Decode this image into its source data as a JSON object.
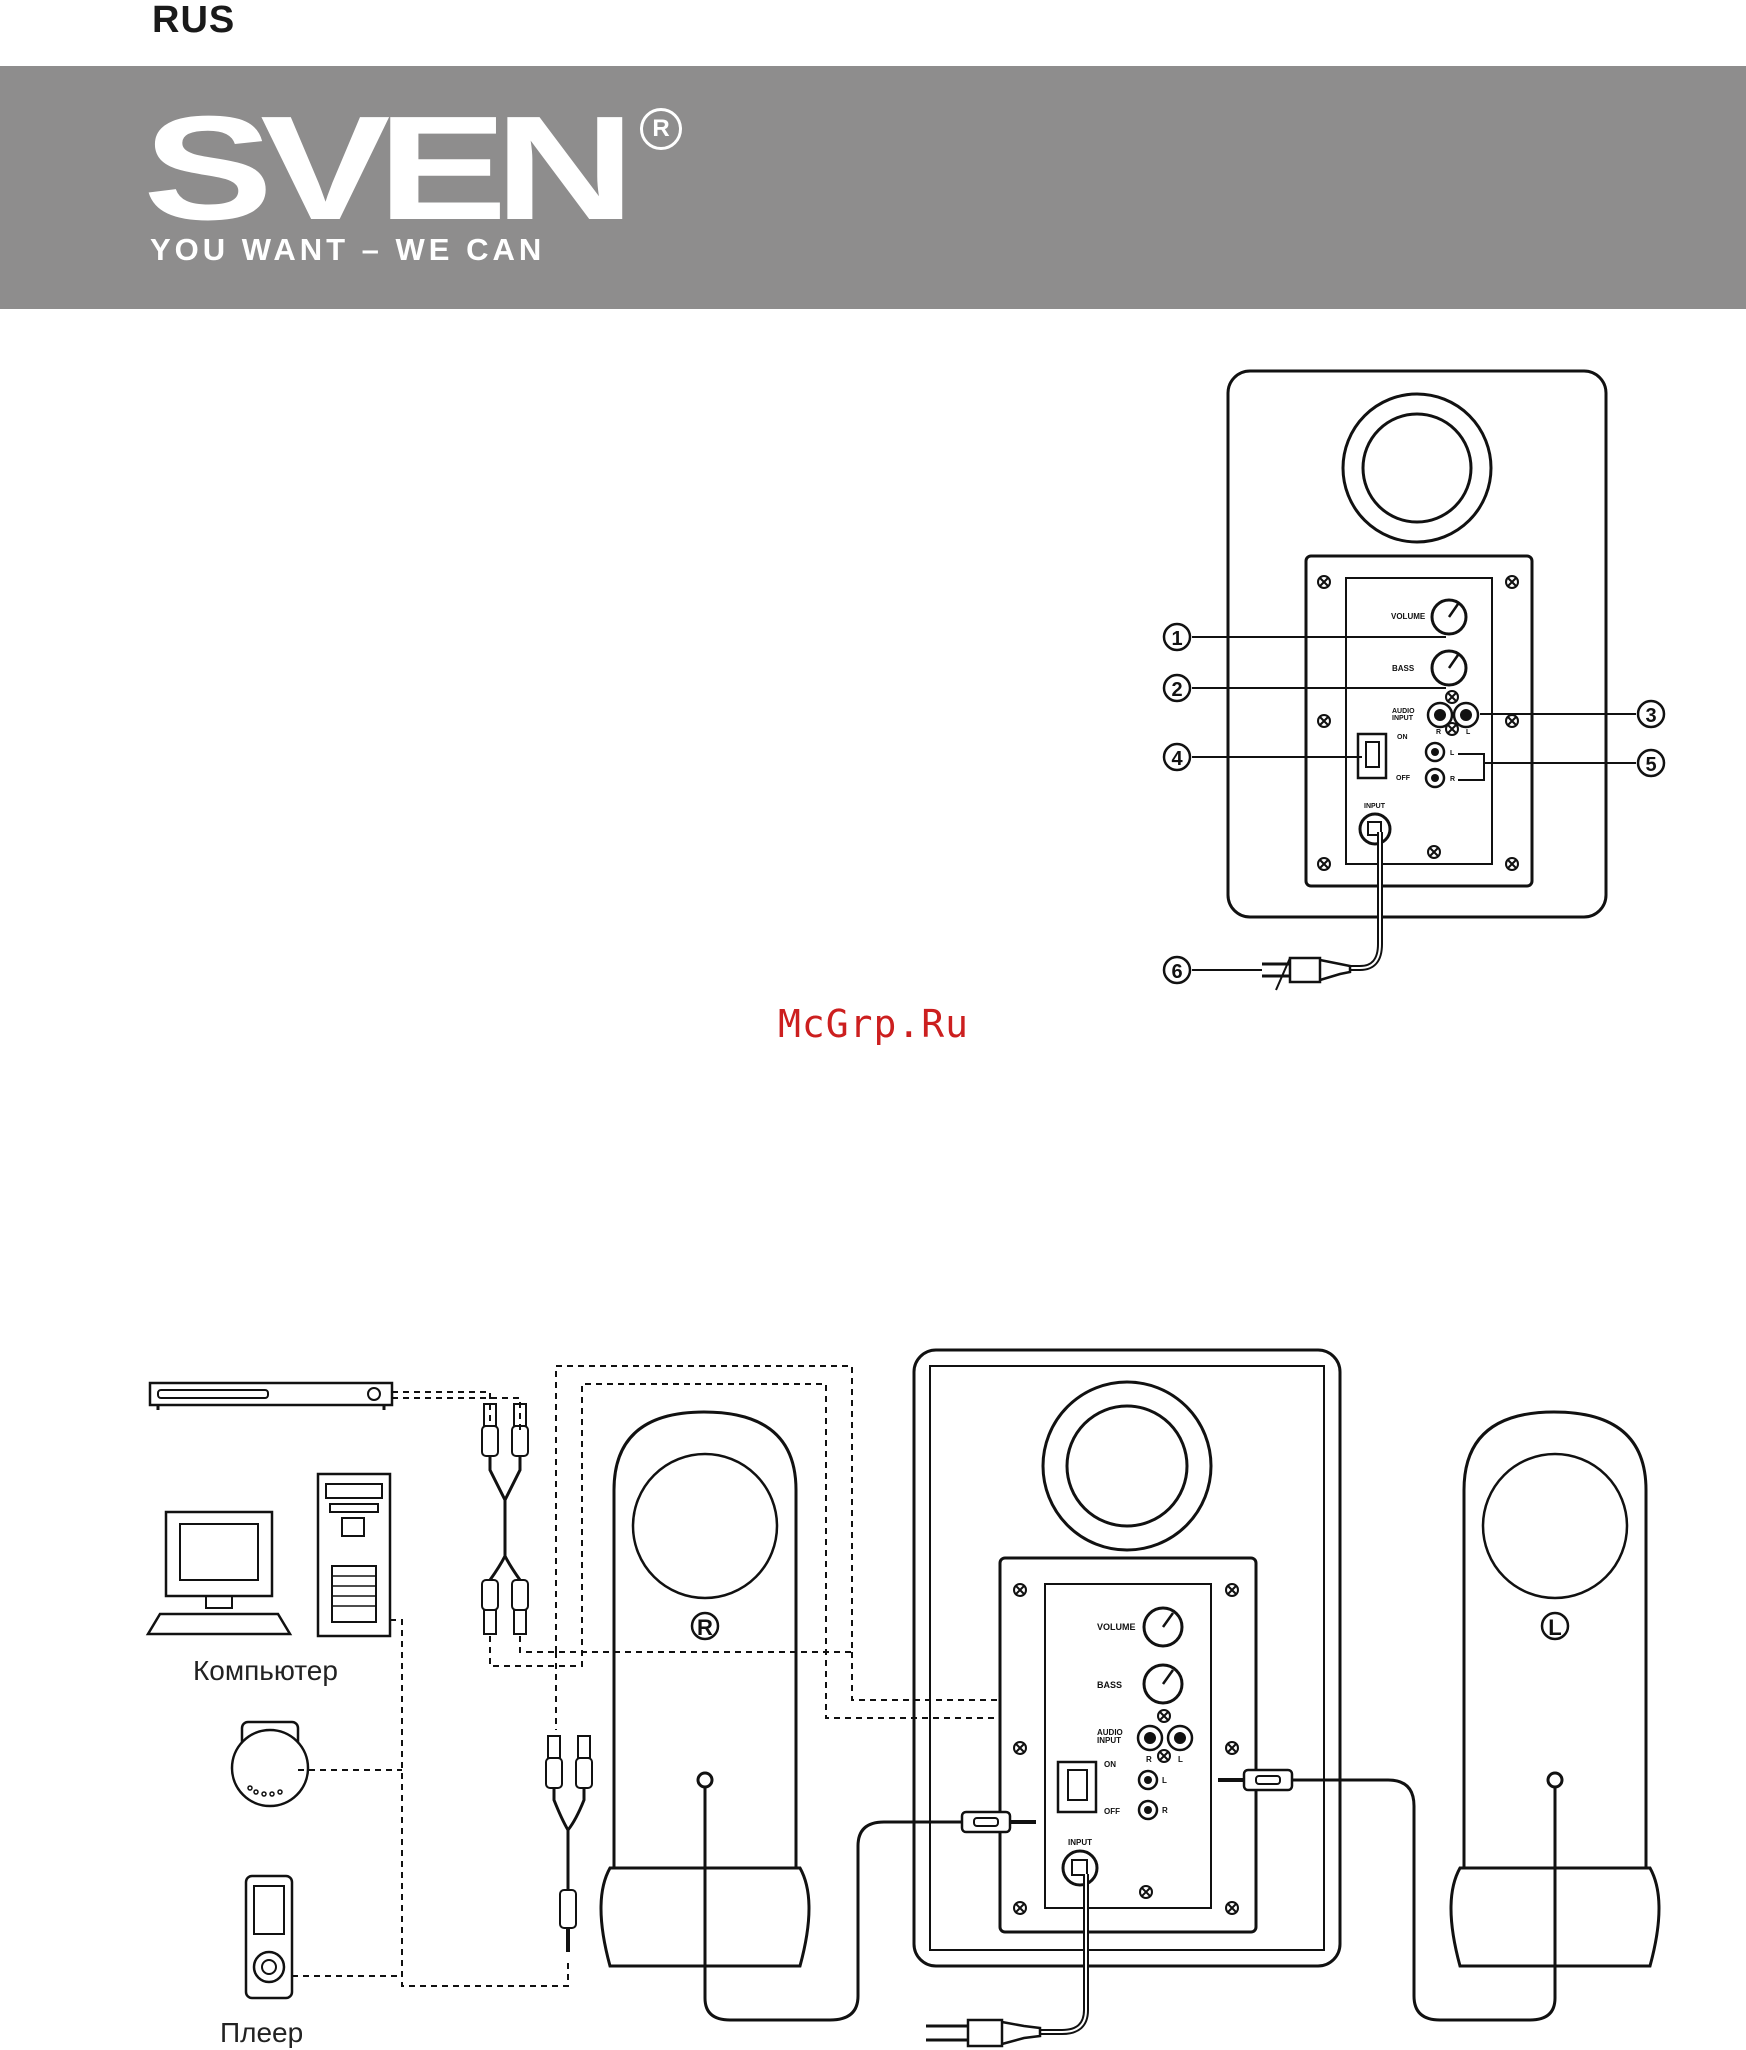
{
  "header": {
    "lang_code": "RUS",
    "brand": "SVEN",
    "registered_mark": "R",
    "tagline": "YOU WANT – WE CAN"
  },
  "watermark": "McGrp.Ru",
  "panel": {
    "volume": "VOLUME",
    "bass": "BASS",
    "audio_input_1": "AUDIO",
    "audio_input_2": "INPUT",
    "on": "ON",
    "off": "OFF",
    "input": "INPUT",
    "ch_r": "R",
    "ch_l": "L",
    "minus": "–",
    "plus": "+"
  },
  "callouts": [
    "1",
    "2",
    "3",
    "4",
    "5",
    "6"
  ],
  "satellites": {
    "right": "R",
    "left": "L"
  },
  "sources": {
    "computer": "Компьютер",
    "player": "Плеер"
  },
  "colors": {
    "banner": "#8e8d8d",
    "watermark": "#cc1f1f",
    "line": "#111111"
  }
}
